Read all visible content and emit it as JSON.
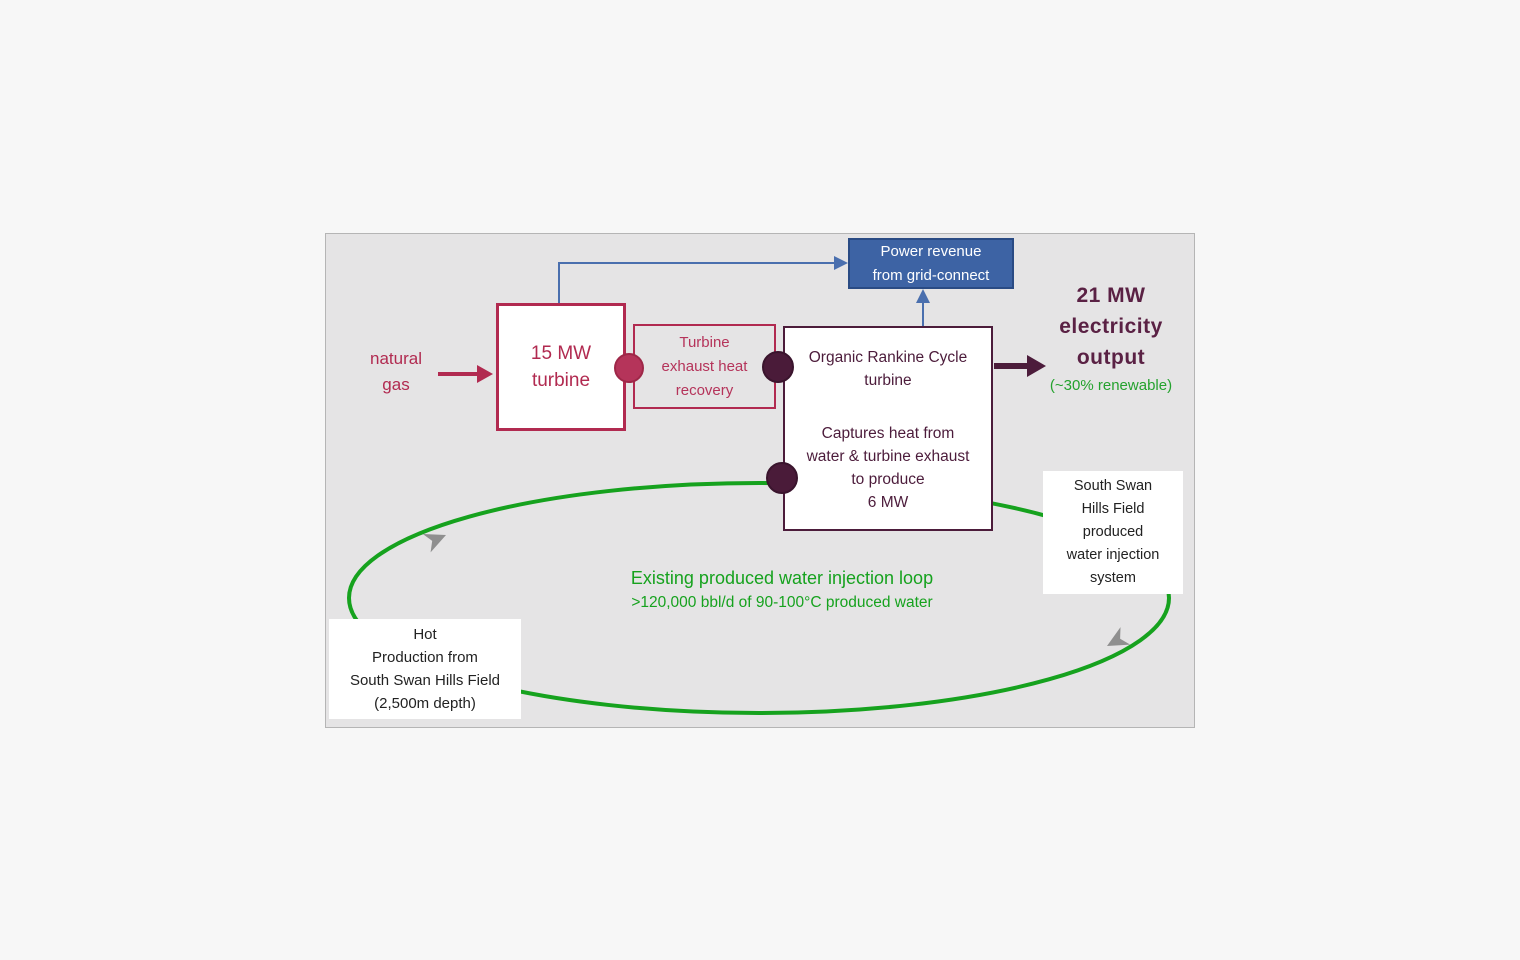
{
  "diagram": {
    "nodes": {
      "natural_gas": "natural\ngas",
      "turbine_15mw": "15 MW\nturbine",
      "heat_recovery": "Turbine\nexhaust heat\nrecovery",
      "orc_title": "Organic Rankine Cycle\nturbine",
      "orc_body": "Captures heat from\nwater & turbine exhaust\nto produce\n6 MW",
      "power_revenue": "Power revenue\nfrom grid-connect",
      "output_title": "21 MW\nelectricity\noutput",
      "output_note": "(~30% renewable)",
      "injection_system": "South Swan\nHills Field\nproduced\nwater injection\nsystem",
      "hot_production": "Hot\nProduction from\nSouth Swan Hills Field\n(2,500m depth)"
    },
    "loop": {
      "title": "Existing produced water injection loop",
      "subtitle": ">120,000 bbl/d of 90-100°C produced water"
    },
    "colors": {
      "crimson": "#b12a50",
      "dark_maroon": "#4c1c3b",
      "output_text": "#5a2144",
      "blue_fill": "#3d63a4",
      "blue_border": "#2a4b84",
      "blue_line": "#4a6fae",
      "green": "#16a21e",
      "gray_arrow": "#8f8f8f",
      "canvas_bg": "#e5e4e5",
      "page_bg": "#f7f7f7"
    }
  }
}
